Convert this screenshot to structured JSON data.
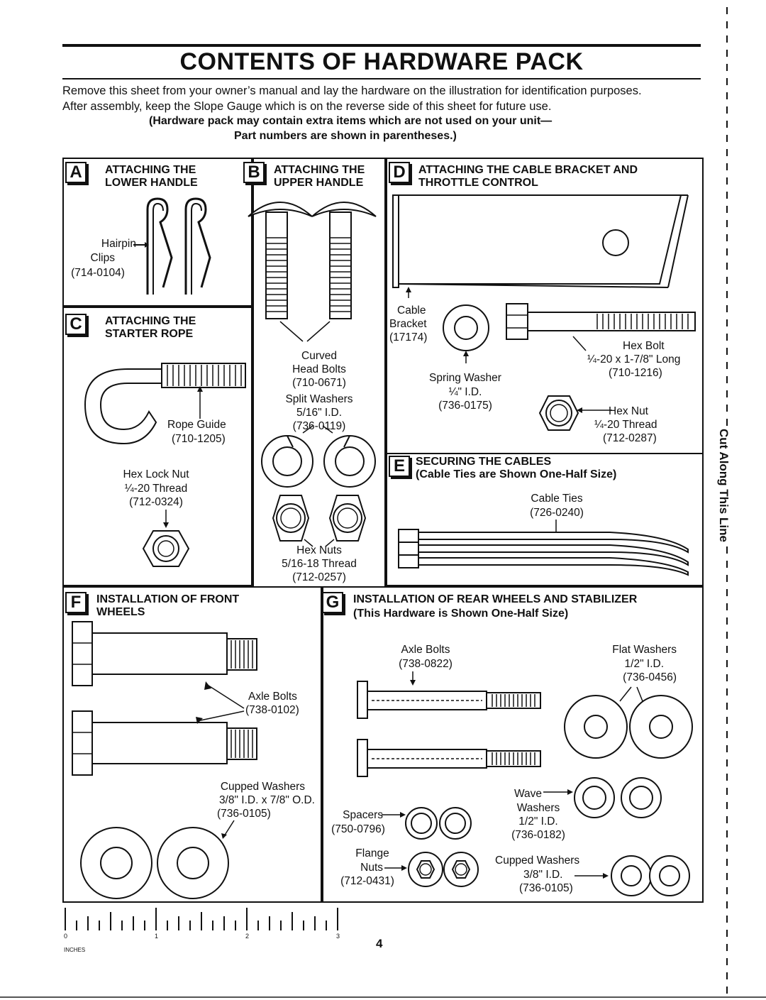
{
  "title": "CONTENTS OF HARDWARE PACK",
  "intro": {
    "line1": "Remove this sheet from your owner’s manual and lay the hardware on the illustration for identification purposes.",
    "line2": "After assembly, keep the Slope Gauge which is on the reverse side of this sheet for future use.",
    "line3": "(Hardware pack may contain extra items which are not used on your unit—",
    "line4": "Part numbers are shown in parentheses.)"
  },
  "sections": {
    "A": {
      "letter": "A",
      "heading1": "ATTACHING THE",
      "heading2": "LOWER HANDLE",
      "hairpin_label1": "Hairpin",
      "hairpin_label2": "Clips",
      "hairpin_part": "(714-0104)"
    },
    "B": {
      "letter": "B",
      "heading1": "ATTACHING THE",
      "heading2": "UPPER HANDLE",
      "bolt_label1": "Curved",
      "bolt_label2": "Head Bolts",
      "bolt_part": "(710-0671)",
      "washer_label1": "Split Washers",
      "washer_label2": "5/16\" I.D.",
      "washer_part": "(736-0119)",
      "nut_label1": "Hex Nuts",
      "nut_label2": "5/16-18 Thread",
      "nut_part": "(712-0257)"
    },
    "C": {
      "letter": "C",
      "heading1": "ATTACHING THE",
      "heading2": "STARTER ROPE",
      "guide_label": "Rope Guide",
      "guide_part": "(710-1205)",
      "locknut_label1": "Hex Lock Nut",
      "locknut_label2": "¼-20 Thread",
      "locknut_part": "(712-0324)"
    },
    "D": {
      "letter": "D",
      "heading1": "ATTACHING THE CABLE BRACKET AND",
      "heading2": "THROTTLE CONTROL",
      "bracket_label1": "Cable",
      "bracket_label2": "Bracket",
      "bracket_part": "(17174)",
      "bolt_label1": "Hex Bolt",
      "bolt_label2": "¼-20 x 1-7/8\" Long",
      "bolt_part": "(710-1216)",
      "washer_label1": "Spring Washer",
      "washer_label2": "¼\" I.D.",
      "washer_part": "(736-0175)",
      "nut_label1": "Hex Nut",
      "nut_label2": "¼-20 Thread",
      "nut_part": "(712-0287)"
    },
    "E": {
      "letter": "E",
      "heading1": "SECURING THE CABLES",
      "heading2": "(Cable Ties are Shown One-Half Size)",
      "ties_label": "Cable Ties",
      "ties_part": "(726-0240)"
    },
    "F": {
      "letter": "F",
      "heading1": "INSTALLATION OF FRONT",
      "heading2": "WHEELS",
      "axle_label": "Axle Bolts",
      "axle_part": "(738-0102)",
      "cup_label1": "Cupped Washers",
      "cup_label2": "3/8\" I.D. x 7/8\" O.D.",
      "cup_part": "(736-0105)"
    },
    "G": {
      "letter": "G",
      "heading1": "INSTALLATION OF REAR WHEELS AND STABILIZER",
      "heading2": "(This Hardware is Shown One-Half Size)",
      "axle_label": "Axle Bolts",
      "axle_part": "(738-0822)",
      "flat_label1": "Flat Washers",
      "flat_label2": "1/2\" I.D.",
      "flat_part": "(736-0456)",
      "wave_label1": "Wave",
      "wave_label2": "Washers",
      "wave_label3": "1/2\" I.D.",
      "wave_part": "(736-0182)",
      "spacer_label": "Spacers",
      "spacer_part": "(750-0796)",
      "flange_label1": "Flange",
      "flange_label2": "Nuts",
      "flange_part": "(712-0431)",
      "cup_label1": "Cupped Washers",
      "cup_label2": "3/8\" I.D.",
      "cup_part": "(736-0105)"
    }
  },
  "ruler": {
    "marks": [
      "0",
      "1",
      "2",
      "3"
    ],
    "unit": "INCHES"
  },
  "page_number": "4",
  "side_text": "Cut Along This Line"
}
